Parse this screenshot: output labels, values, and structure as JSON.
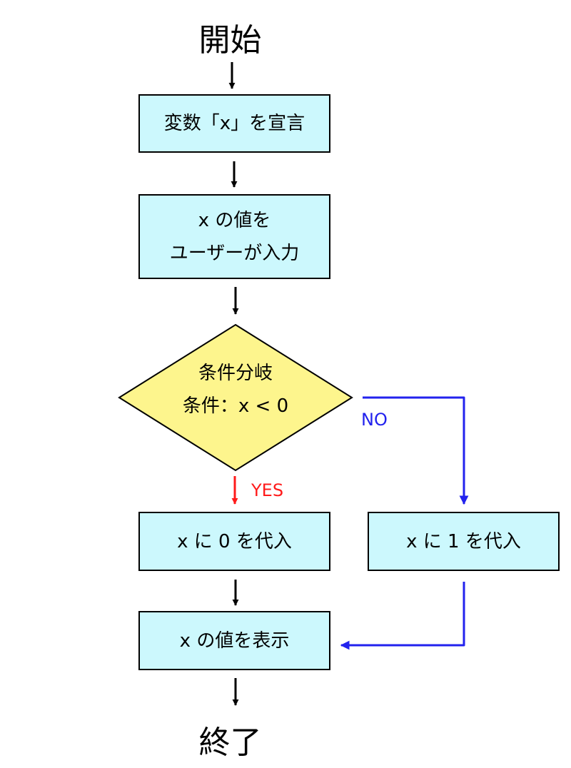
{
  "flowchart": {
    "start": "開始",
    "end": "終了",
    "declare_box": [
      "変数「x」を宣言"
    ],
    "input_box": [
      "x の値を",
      "ユーザーが入力"
    ],
    "decision": [
      "条件分岐",
      "条件：x < 0"
    ],
    "yes_label": "YES",
    "no_label": "NO",
    "assign_zero_box": [
      "x に 0 を代入"
    ],
    "assign_one_box": [
      "x に 1 を代入"
    ],
    "display_box": [
      "x の値を表示"
    ]
  },
  "colors": {
    "box_fill": "#ccf8fd",
    "diamond_fill": "#fdf58d",
    "yes_arrow": "#ff1a1a",
    "no_arrow": "#2222ee",
    "default_arrow": "#000000"
  }
}
